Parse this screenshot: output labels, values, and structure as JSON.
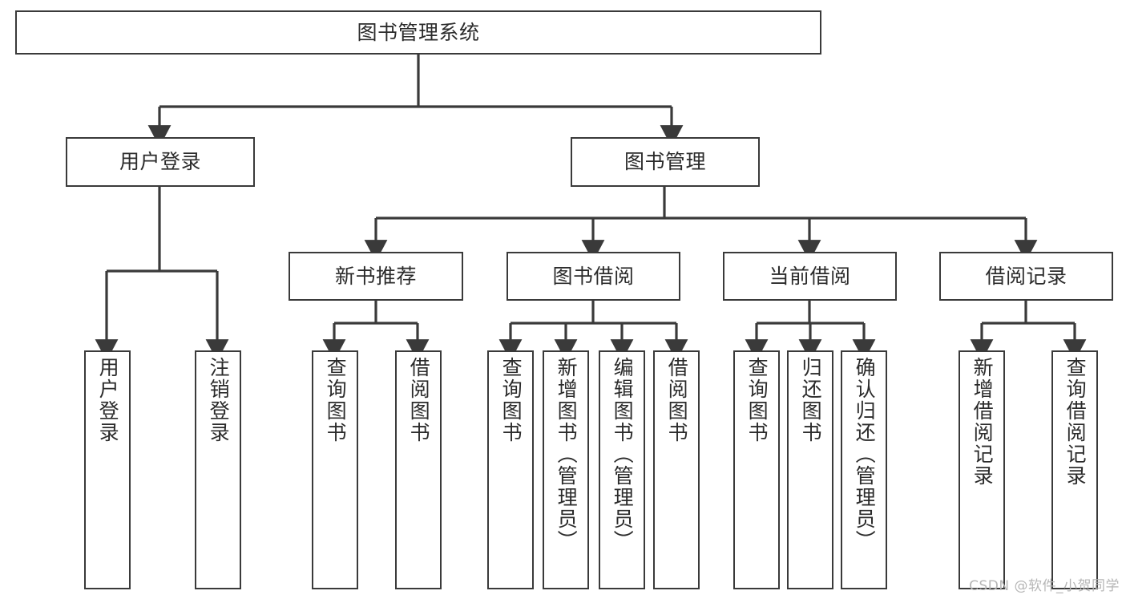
{
  "diagram": {
    "title": "图书管理系统",
    "type": "tree-hierarchy",
    "watermark": "CSDN @软件_小贺同学",
    "colors": {
      "node_border": "#3a3a3a",
      "node_fill": "#ffffff",
      "edge": "#3a3a3a",
      "text": "#2b2b2b",
      "watermark": "#b6b6b6",
      "background": "#ffffff"
    },
    "nodes": {
      "root": {
        "label": "图书管理系统",
        "level": 1,
        "orientation": "horizontal"
      },
      "user_login": {
        "label": "用户登录",
        "level": 2,
        "orientation": "horizontal"
      },
      "book_manage": {
        "label": "图书管理",
        "level": 2,
        "orientation": "horizontal"
      },
      "new_book_rec": {
        "label": "新书推荐",
        "level": 3,
        "orientation": "horizontal"
      },
      "book_borrow": {
        "label": "图书借阅",
        "level": 3,
        "orientation": "horizontal"
      },
      "current_borrow": {
        "label": "当前借阅",
        "level": 3,
        "orientation": "horizontal"
      },
      "borrow_record": {
        "label": "借阅记录",
        "level": 3,
        "orientation": "horizontal"
      },
      "leaf_user_login": {
        "label": "用户登录",
        "level": 3,
        "orientation": "vertical"
      },
      "leaf_logout": {
        "label": "注销登录",
        "level": 3,
        "orientation": "vertical"
      },
      "leaf_query_book_1": {
        "label": "查询图书",
        "level": 4,
        "orientation": "vertical"
      },
      "leaf_borrow_book_1": {
        "label": "借阅图书",
        "level": 4,
        "orientation": "vertical"
      },
      "leaf_query_book_2": {
        "label": "查询图书",
        "level": 4,
        "orientation": "vertical"
      },
      "leaf_add_book": {
        "label": "新增图书（管理员）",
        "level": 4,
        "orientation": "vertical"
      },
      "leaf_edit_book": {
        "label": "编辑图书（管理员）",
        "level": 4,
        "orientation": "vertical"
      },
      "leaf_borrow_book_2": {
        "label": "借阅图书",
        "level": 4,
        "orientation": "vertical"
      },
      "leaf_query_book_3": {
        "label": "查询图书",
        "level": 4,
        "orientation": "vertical"
      },
      "leaf_return_book": {
        "label": "归还图书",
        "level": 4,
        "orientation": "vertical"
      },
      "leaf_confirm_return": {
        "label": "确认归还（管理员）",
        "level": 4,
        "orientation": "vertical"
      },
      "leaf_add_record": {
        "label": "新增借阅记录",
        "level": 4,
        "orientation": "vertical"
      },
      "leaf_query_record": {
        "label": "查询借阅记录",
        "level": 4,
        "orientation": "vertical"
      }
    },
    "edges": [
      {
        "from": "root",
        "to": "user_login"
      },
      {
        "from": "root",
        "to": "book_manage"
      },
      {
        "from": "user_login",
        "to": "leaf_user_login"
      },
      {
        "from": "user_login",
        "to": "leaf_logout"
      },
      {
        "from": "book_manage",
        "to": "new_book_rec"
      },
      {
        "from": "book_manage",
        "to": "book_borrow"
      },
      {
        "from": "book_manage",
        "to": "current_borrow"
      },
      {
        "from": "book_manage",
        "to": "borrow_record"
      },
      {
        "from": "new_book_rec",
        "to": "leaf_query_book_1"
      },
      {
        "from": "new_book_rec",
        "to": "leaf_borrow_book_1"
      },
      {
        "from": "book_borrow",
        "to": "leaf_query_book_2"
      },
      {
        "from": "book_borrow",
        "to": "leaf_add_book"
      },
      {
        "from": "book_borrow",
        "to": "leaf_edit_book"
      },
      {
        "from": "book_borrow",
        "to": "leaf_borrow_book_2"
      },
      {
        "from": "current_borrow",
        "to": "leaf_query_book_3"
      },
      {
        "from": "current_borrow",
        "to": "leaf_return_book"
      },
      {
        "from": "current_borrow",
        "to": "leaf_confirm_return"
      },
      {
        "from": "borrow_record",
        "to": "leaf_add_record"
      },
      {
        "from": "borrow_record",
        "to": "leaf_query_record"
      }
    ]
  }
}
